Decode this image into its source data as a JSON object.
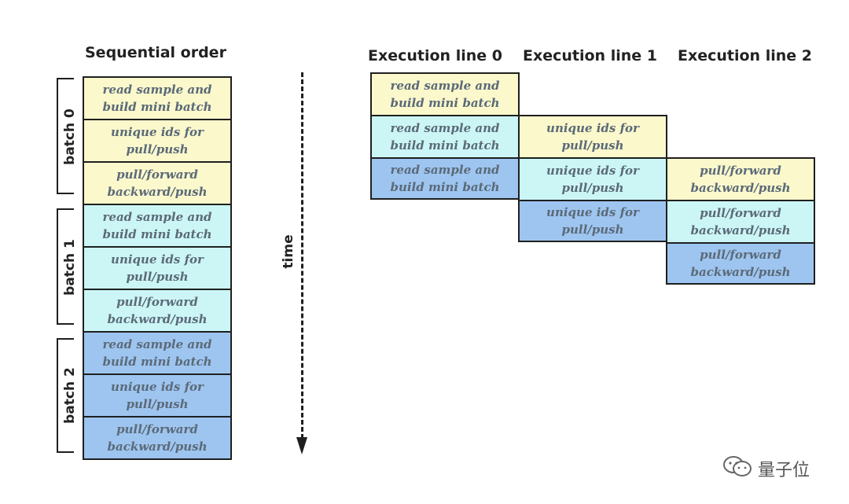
{
  "titles": {
    "sequential": "Sequential order",
    "exec0": "Execution line 0",
    "exec1": "Execution line 1",
    "exec2": "Execution line 2"
  },
  "labels": {
    "batch0": "batch 0",
    "batch1": "batch 1",
    "batch2": "batch 2",
    "time": "time"
  },
  "steps": {
    "read": "read sample and\nbuild mini batch",
    "unique": "unique ids for\npull/push",
    "pull": "pull/forward\nbackward/push"
  },
  "colors": {
    "batch0": "#fbf8cc",
    "batch1": "#ccf6f6",
    "batch2": "#9ec5f0"
  },
  "watermark": {
    "text": "量子位",
    "icon": "wechat-icon"
  }
}
